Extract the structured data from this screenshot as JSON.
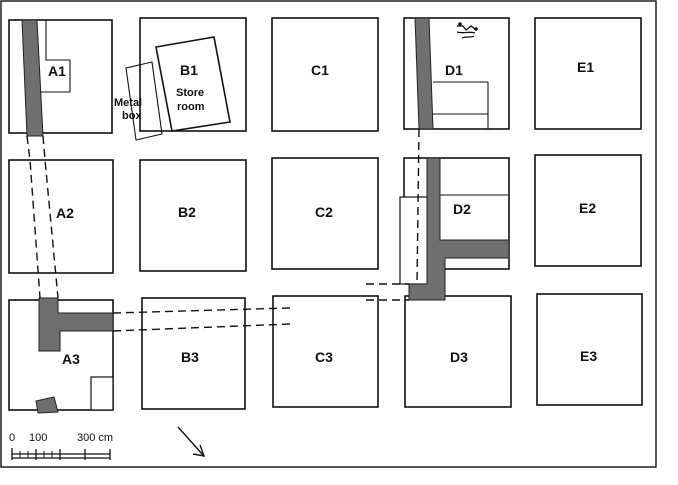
{
  "squares": {
    "A1": "A1",
    "B1": "B1",
    "C1": "C1",
    "D1": "D1",
    "E1": "E1",
    "A2": "A2",
    "B2": "B2",
    "C2": "C2",
    "D2": "D2",
    "E2": "E2",
    "A3": "A3",
    "B3": "B3",
    "C3": "C3",
    "D3": "D3",
    "E3": "E3"
  },
  "features": {
    "metal_box_line1": "Metal",
    "metal_box_line2": "box",
    "store_room_line1": "Store",
    "store_room_line2": "room"
  },
  "scale_bar": {
    "label_zero": "0",
    "label_100": "100",
    "label_300": "300 cm"
  },
  "icons": {
    "north_arrow": "north-arrow-icon"
  }
}
